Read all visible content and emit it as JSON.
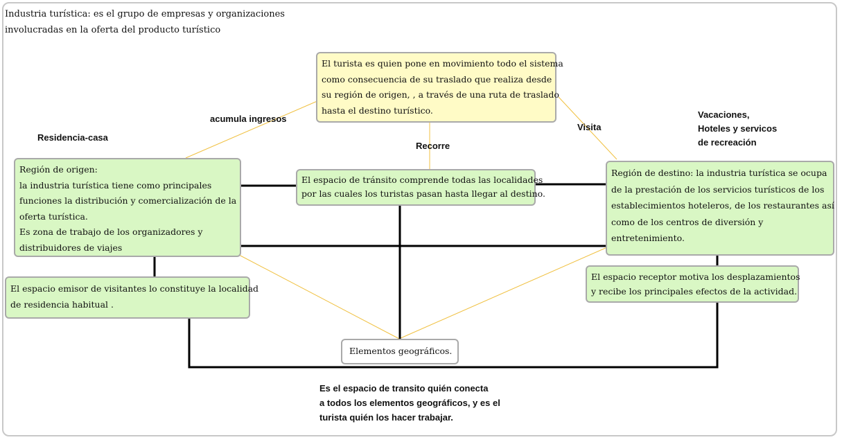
{
  "heading": {
    "lines": [
      "Industria turística: es el grupo de empresas y organizaciones",
      "involucradas en la  oferta del producto turístico"
    ]
  },
  "nodes": {
    "turista": {
      "lines": [
        "El turista es quien pone en movimiento todo el sistema",
        "como consecuencia de su traslado que realiza desde",
        "su región de origen, , a través de una ruta de traslado",
        "hasta el destino turístico."
      ]
    },
    "origen": {
      "lines": [
        "Región de origen:",
        "la industria turística tiene como principales",
        "funciones la distribución y comercialización de la",
        "oferta turística.",
        "Es zona de trabajo de los organizadores y",
        "distribuidores de viajes"
      ]
    },
    "transito": {
      "lines": [
        "El espacio de tránsito comprende todas las localidades",
        "por las cuales los turistas pasan  hasta llegar al destino."
      ]
    },
    "destino": {
      "lines": [
        "Región de destino:  la industria turística se ocupa",
        "de la prestación de los servicios turísticos de los",
        "establecimientos hoteleros, de los restaurantes así",
        "como de los centros de diversión y",
        "entretenimiento."
      ]
    },
    "emisor": {
      "lines": [
        "El espacio emisor de visitantes lo constituye la localidad",
        "de residencia habitual ."
      ]
    },
    "receptor": {
      "lines": [
        "El espacio receptor  motiva los desplazamientos",
        "y recibe los principales efectos de la actividad."
      ]
    },
    "elementos": {
      "text": "Elementos geográficos."
    }
  },
  "labels": {
    "acumula": "acumula ingresos",
    "residencia": "Residencia-casa",
    "recorre": "Recorre",
    "visita": "Visita",
    "vacaciones": [
      "Vacaciones,",
      "Hoteles y servicos",
      "de recreación"
    ]
  },
  "footer": {
    "lines": [
      "Es  el espacio de transito quién  conecta",
      "a todos los elementos geográficos, y es el",
      "turista  quién los hacer trabajar."
    ]
  },
  "colors": {
    "node_green": "#d9f7c4",
    "node_yellow": "#fffbc6",
    "thin_connector": "#f0c040",
    "thick_connector": "#000000",
    "node_border": "#a9a9a9"
  }
}
